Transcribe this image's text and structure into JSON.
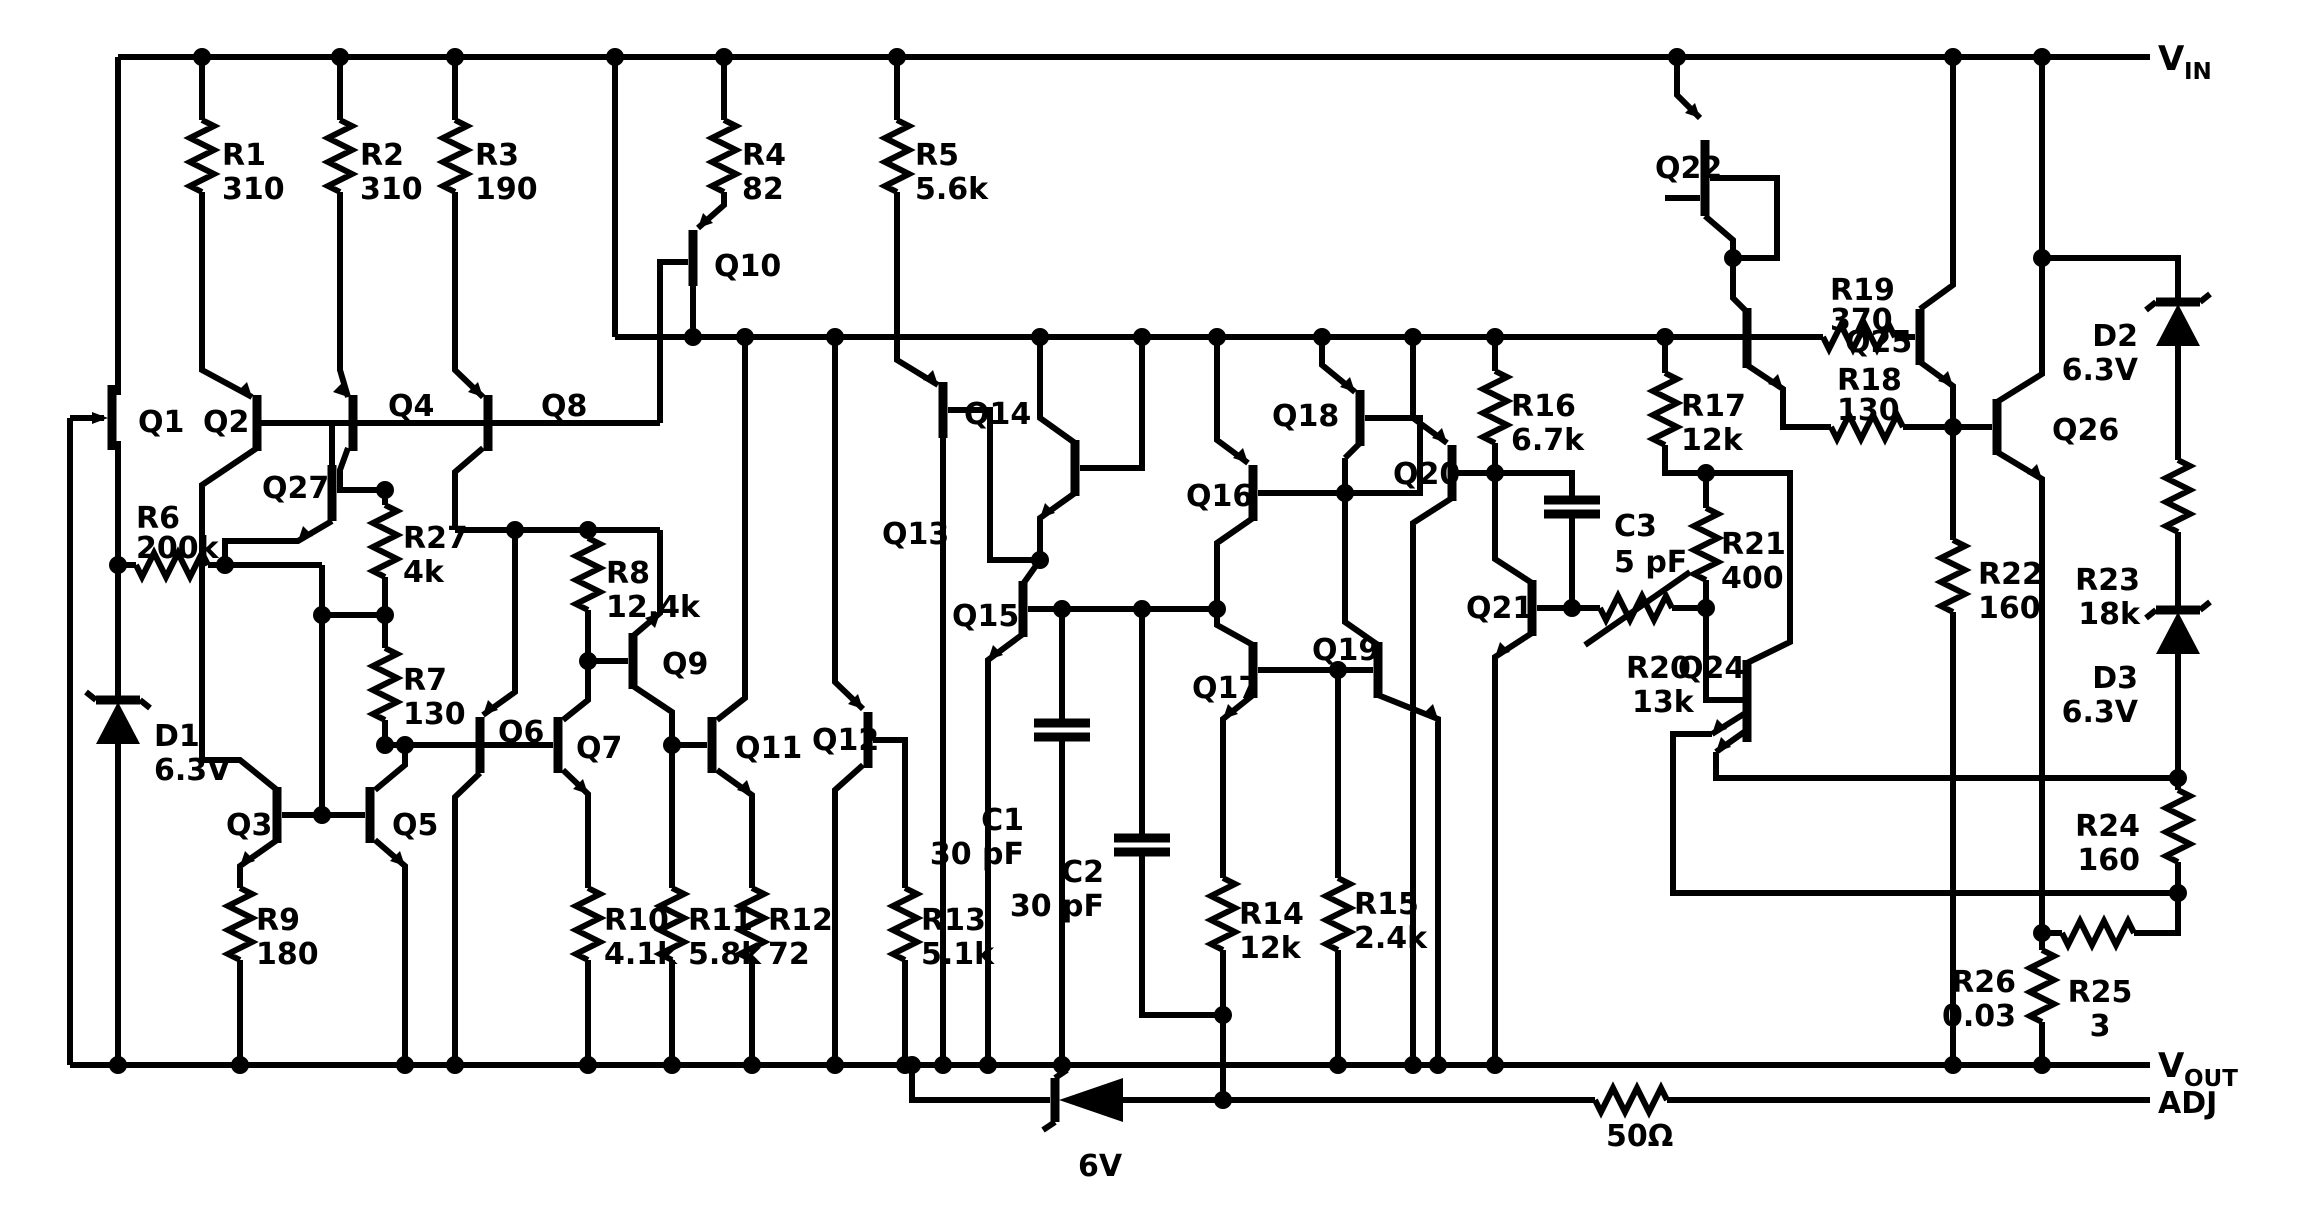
{
  "diagram_type": "analog IC schematic (voltage regulator)",
  "terminals": {
    "vin": {
      "v": "V",
      "sub": "IN"
    },
    "vout": {
      "v": "V",
      "sub": "OUT"
    },
    "adj": "ADJ"
  },
  "components": {
    "transistors": [
      "Q1",
      "Q2",
      "Q3",
      "Q4",
      "Q5",
      "Q6",
      "Q7",
      "Q8",
      "Q9",
      "Q10",
      "Q11",
      "Q12",
      "Q13",
      "Q14",
      "Q15",
      "Q16",
      "Q17",
      "Q18",
      "Q19",
      "Q20",
      "Q21",
      "Q22",
      "Q24",
      "Q25",
      "Q26",
      "Q27"
    ],
    "resistors": [
      {
        "ref": "R1",
        "value": "310"
      },
      {
        "ref": "R2",
        "value": "310"
      },
      {
        "ref": "R3",
        "value": "190"
      },
      {
        "ref": "R4",
        "value": "82"
      },
      {
        "ref": "R5",
        "value": "5.6k"
      },
      {
        "ref": "R6",
        "value": "200k"
      },
      {
        "ref": "R7",
        "value": "130"
      },
      {
        "ref": "R8",
        "value": "12.4k"
      },
      {
        "ref": "R9",
        "value": "180"
      },
      {
        "ref": "R10",
        "value": "4.1k"
      },
      {
        "ref": "R11",
        "value": "5.8k"
      },
      {
        "ref": "R12",
        "value": "72"
      },
      {
        "ref": "R13",
        "value": "5.1k"
      },
      {
        "ref": "R14",
        "value": "12k"
      },
      {
        "ref": "R15",
        "value": "2.4k"
      },
      {
        "ref": "R16",
        "value": "6.7k"
      },
      {
        "ref": "R17",
        "value": "12k"
      },
      {
        "ref": "R18",
        "value": "130"
      },
      {
        "ref": "R19",
        "value": "370"
      },
      {
        "ref": "R20",
        "value": "13k",
        "variable": true
      },
      {
        "ref": "R21",
        "value": "400"
      },
      {
        "ref": "R22",
        "value": "160"
      },
      {
        "ref": "R23",
        "value": "18k"
      },
      {
        "ref": "R24",
        "value": "160"
      },
      {
        "ref": "R25",
        "value": "3"
      },
      {
        "ref": "R26",
        "value": "0.03"
      },
      {
        "ref": "R27",
        "value": "4k"
      }
    ],
    "capacitors": [
      {
        "ref": "C1",
        "value": "30 pF"
      },
      {
        "ref": "C2",
        "value": "30 pF"
      },
      {
        "ref": "C3",
        "value": "5 pF"
      }
    ],
    "zener_diodes": [
      {
        "ref": "D1",
        "value": "6.3V"
      },
      {
        "ref": "D2",
        "value": "6.3V"
      },
      {
        "ref": "D3",
        "value": "6.3V"
      },
      {
        "ref": "",
        "value": "6V"
      }
    ],
    "adjust_pin_resistor": {
      "value": "50Ω"
    }
  },
  "colors": {
    "ink": "#000000",
    "background": "#ffffff"
  }
}
